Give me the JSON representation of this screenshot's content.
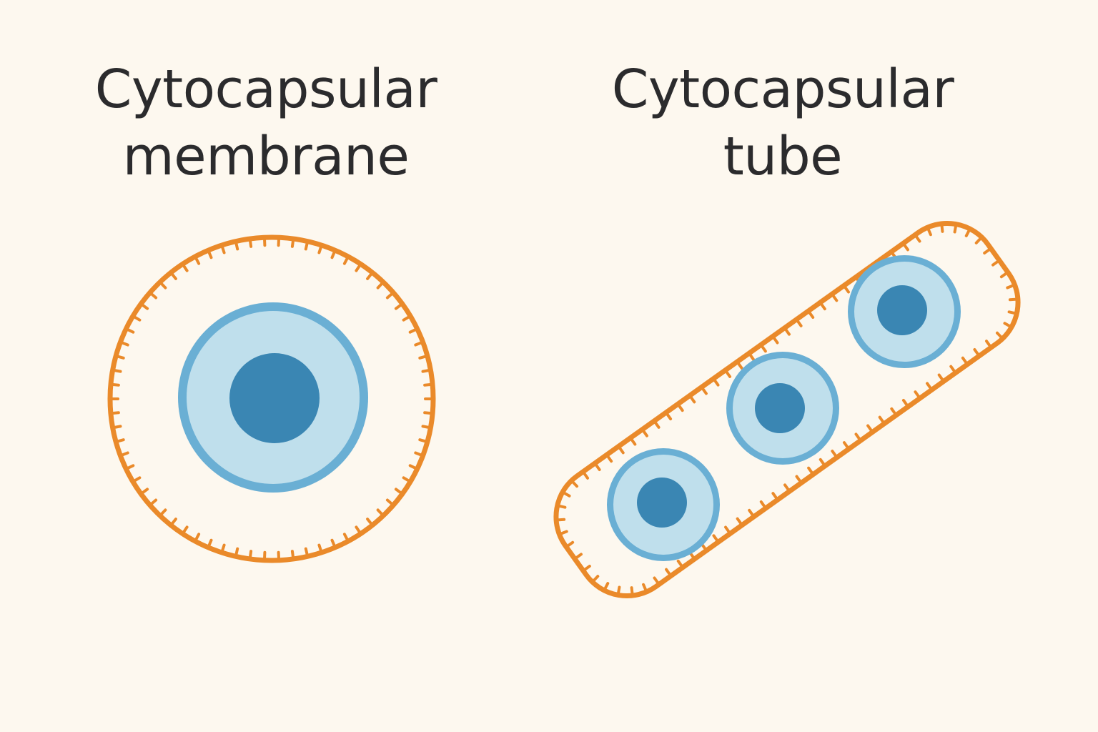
{
  "labels": {
    "membrane": {
      "line1": "Cytocapsular",
      "line2": "membrane"
    },
    "tube": {
      "line1": "Cytocapsular",
      "line2": "tube"
    }
  },
  "colors": {
    "background": "#fdf8ef",
    "capsule_outline": "#ea8a2a",
    "cell_outer": "#6aafd4",
    "cytoplasm": "#bfdfec",
    "nucleus": "#3a86b3",
    "text": "#2b2b2d"
  },
  "membrane_cell_count": 1,
  "tube_cell_count": 3
}
